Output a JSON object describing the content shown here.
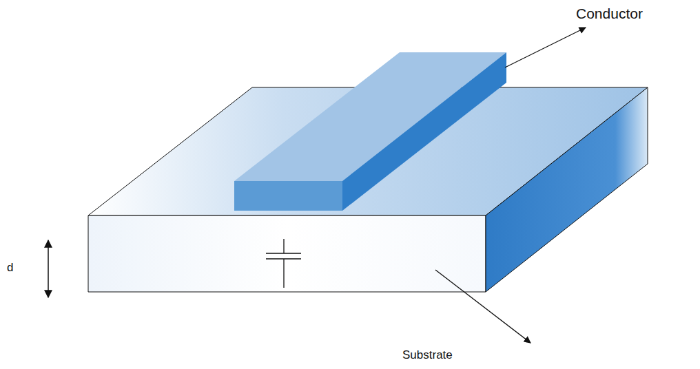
{
  "diagram": {
    "labels": [
      "Conductor",
      "Substrate",
      "d"
    ]
  }
}
